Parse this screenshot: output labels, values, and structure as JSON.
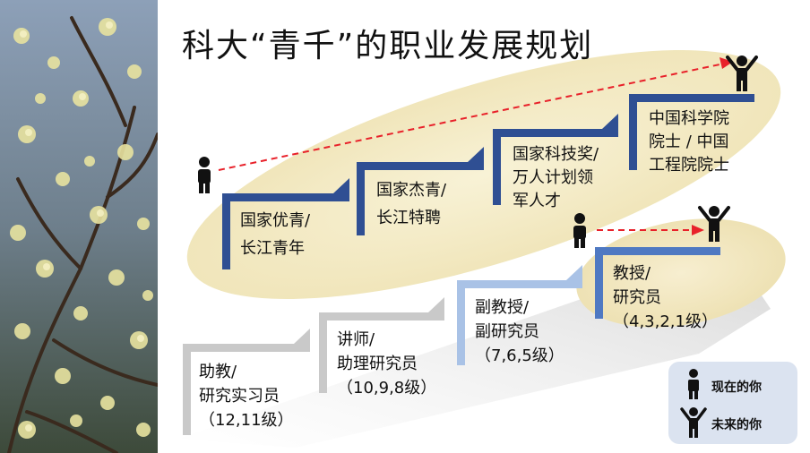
{
  "title": "科大“青千”的职业发展规划",
  "upper_track": [
    {
      "lines": [
        "国家优青/",
        "长江青年"
      ]
    },
    {
      "lines": [
        "国家杰青/",
        "长江特聘"
      ]
    },
    {
      "lines": [
        "国家科技奖/",
        "万人计划领",
        "军人才"
      ]
    },
    {
      "lines": [
        "中国科学院",
        "院士 / 中国",
        "工程院院士"
      ]
    }
  ],
  "lower_track": [
    {
      "lines": [
        "助教/",
        "研究实习员",
        "（12,11级）"
      ]
    },
    {
      "lines": [
        "讲师/",
        "助理研究员",
        "（10,9,8级）"
      ]
    },
    {
      "lines": [
        "副教授/",
        "副研究员",
        "（7,6,5级）"
      ]
    },
    {
      "lines": [
        "教授/",
        "研究员",
        "（4,3,2,1级）"
      ]
    }
  ],
  "legend": {
    "now": "现在的你",
    "future": "未来的你"
  },
  "colors": {
    "upper_step": "#2f4f93",
    "lower_step_1": "#c9c9c9",
    "lower_step_2": "#c9c9c9",
    "lower_step_3": "#a9c2e6",
    "lower_step_4": "#4f79c2",
    "arrow": "#e8212a",
    "ellipse": "#f4eccb",
    "legend_bg": "#dbe3f0"
  }
}
